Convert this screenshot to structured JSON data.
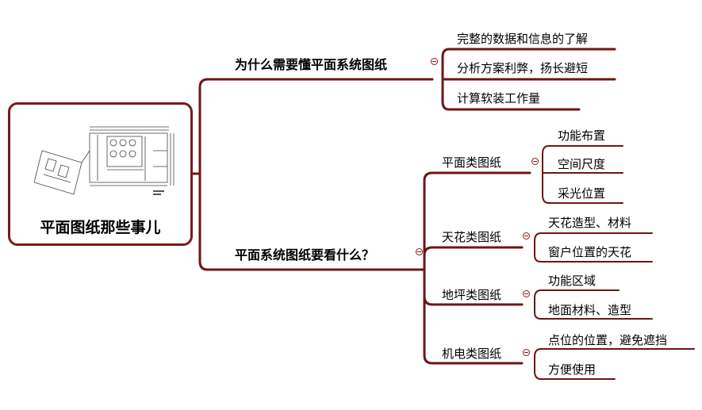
{
  "root": {
    "label": "平面图纸那些事儿"
  },
  "branches": [
    {
      "label": "为什么需要懂平面系统图纸",
      "children": [
        {
          "label": "完整的数据和信息的了解"
        },
        {
          "label": "分析方案利弊，扬长避短"
        },
        {
          "label": "计算软装工作量"
        }
      ]
    },
    {
      "label": "平面系统图纸要看什么？",
      "children": [
        {
          "label": "平面类图纸",
          "children": [
            "功能布置",
            "空间尺度",
            "采光位置"
          ]
        },
        {
          "label": "天花类图纸",
          "children": [
            "天花造型、材料",
            "窗户位置的天花"
          ]
        },
        {
          "label": "地坪类图纸",
          "children": [
            "功能区域",
            "地面材料、造型"
          ]
        },
        {
          "label": "机电类图纸",
          "children": [
            "点位的位置，避免遮挡",
            "方便使用"
          ]
        }
      ]
    }
  ],
  "colors": {
    "line": "#6e1515",
    "border": "#7a1a1a",
    "toggle": "#8a1a1a"
  }
}
